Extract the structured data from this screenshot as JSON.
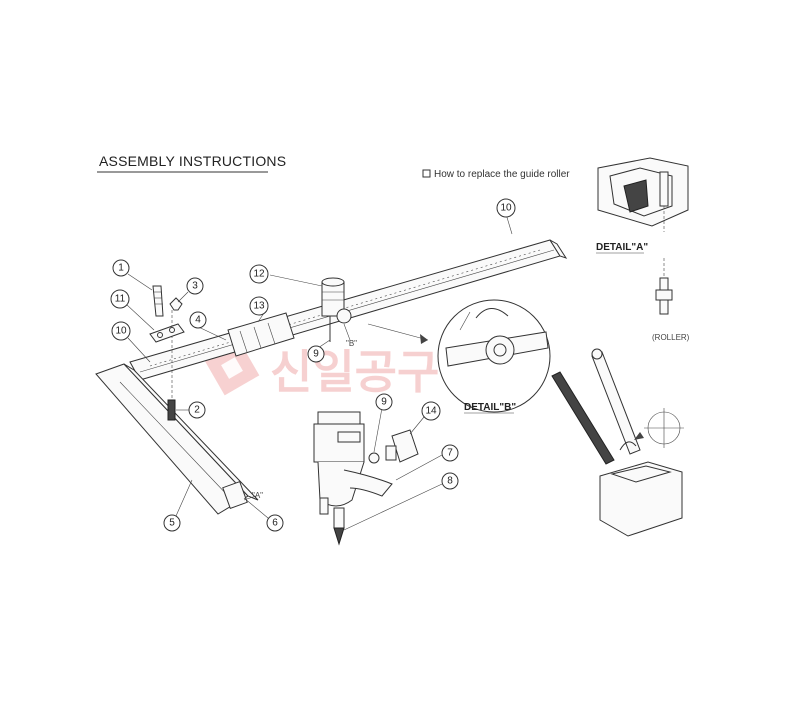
{
  "header": {
    "title": "ASSEMBLY INSTRUCTIONS",
    "note": "How to replace the guide roller"
  },
  "details": {
    "a": "DETAIL\"A\"",
    "b": "DETAIL\"B\"",
    "roller": "(ROLLER)"
  },
  "refs": {
    "a": "\"A\"",
    "b": "\"B\""
  },
  "watermark": "신일공구",
  "callouts": [
    "1",
    "2",
    "3",
    "4",
    "5",
    "6",
    "7",
    "8",
    "9",
    "9",
    "10",
    "10",
    "11",
    "12",
    "13",
    "14"
  ],
  "colors": {
    "watermark": "#e25a5a",
    "line": "#333333"
  }
}
